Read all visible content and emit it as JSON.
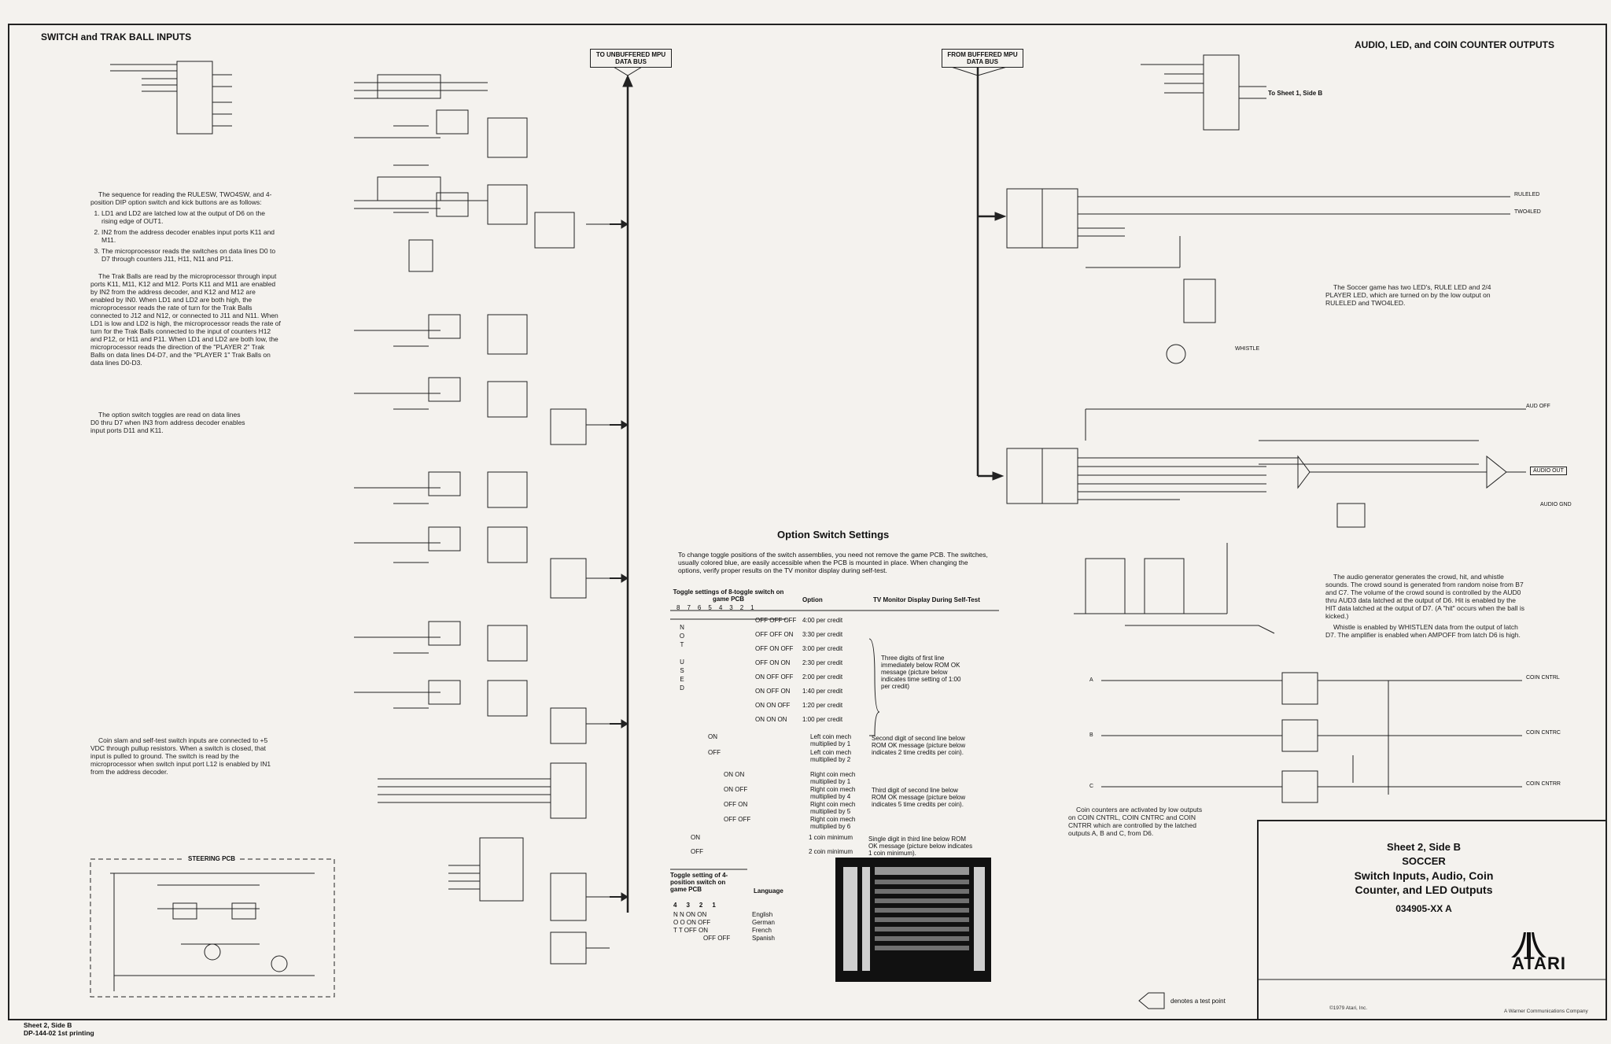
{
  "left_title": "SWITCH and TRAK BALL INPUTS",
  "right_title": "AUDIO, LED, and COIN COUNTER OUTPUTS",
  "bus_unbuffered": "TO UNBUFFERED MPU DATA BUS",
  "bus_buffered": "FROM BUFFERED MPU DATA BUS",
  "to_sheet": "To Sheet 1, Side B",
  "steering_title": "STEERING PCB",
  "text_sequence_intro": "The sequence for reading the RULESW, TWO4SW, and 4-position DIP option switch and kick buttons are as follows:",
  "text_sequence_steps": [
    "LD1 and LD2 are latched low at the output of D6 on the rising edge of OUT1.",
    "IN2 from the address decoder enables input ports K11 and M11.",
    "The microprocessor reads the switches on data lines D0 to D7 through counters J11, H11, N11 and P11."
  ],
  "text_trakball": "The Trak Balls are read by the microprocessor through input ports K11, M11, K12 and M12. Ports K11 and M11 are enabled by IN2 from the address decoder, and K12 and M12 are enabled by IN0. When LD1 and LD2 are both high, the microprocessor reads the rate of turn for the Trak Balls connected to J12 and N12, or connected to J11 and N11. When LD1 is low and LD2 is high, the microprocessor reads the rate of turn for the Trak Balls connected to the input of counters H12 and P12, or H11 and P11. When LD1 and LD2 are both low, the microprocessor reads the direction of the \"PLAYER 2\" Trak Balls on data lines D4-D7, and the \"PLAYER 1\" Trak Balls on data lines D0-D3.",
  "text_option_toggles": "The option switch toggles are read on data lines D0 thru D7 when IN3 from address decoder enables input ports D11 and K11.",
  "text_coin": "Coin slam and self-test switch inputs are connected to +5 VDC through pullup resistors. When a switch is closed, that input is pulled to ground. The switch is read by the microprocessor when switch input port L12 is enabled by IN1 from the address decoder.",
  "text_led": "The Soccer game has two LED's, RULE LED and 2/4 PLAYER LED, which are turned on by the low output on RULELED and TWO4LED.",
  "text_audio_1": "The audio generator generates the crowd, hit, and whistle sounds. The crowd sound is generated from random noise from B7 and C7. The volume of the crowd sound is controlled by the AUD0 thru AUD3 data latched at the output of D6. Hit is enabled by the HIT data latched at the output of D7. (A \"hit\" occurs when the ball is kicked.)",
  "text_audio_2": "Whistle is enabled by WHISTLEN data from the output of latch D7. The amplifier is enabled when AMPOFF from latch D6 is high.",
  "text_coin_counters": "Coin counters are activated by low outputs on COIN CNTRL, COIN CNTRC and COIN CNTRR which are controlled by the latched outputs A, B and C, from D6.",
  "option_switch": {
    "title": "Option Switch Settings",
    "intro": "To change toggle positions of the switch assemblies, you need not remove the game PCB. The switches, usually colored blue, are easily accessible when the PCB is mounted in place. When changing the options, verify proper results on the TV monitor display during self-test.",
    "head_toggle": "Toggle settings of 8-toggle switch on game PCB",
    "head_option": "Option",
    "head_display": "TV Monitor Display During Self-Test",
    "cols": [
      "8",
      "7",
      "6",
      "5",
      "4",
      "3",
      "2",
      "1"
    ],
    "not_used": [
      "N",
      "O",
      "T",
      "",
      "U",
      "S",
      "E",
      "D"
    ],
    "credit_rows": [
      {
        "sw": "OFF OFF OFF",
        "opt": "4:00 per credit"
      },
      {
        "sw": "OFF OFF ON",
        "opt": "3:30 per credit"
      },
      {
        "sw": "OFF ON OFF",
        "opt": "3:00 per credit"
      },
      {
        "sw": "OFF ON ON",
        "opt": "2:30 per credit"
      },
      {
        "sw": "ON OFF OFF",
        "opt": "2:00 per credit"
      },
      {
        "sw": "ON OFF ON",
        "opt": "1:40 per credit"
      },
      {
        "sw": "ON ON OFF",
        "opt": "1:20 per credit"
      },
      {
        "sw": "ON ON ON",
        "opt": "1:00 per credit"
      }
    ],
    "credit_desc": "Three digits of first line immediately below ROM OK message (picture below indicates time setting of 1:00 per credit)",
    "left_rows": [
      {
        "sw": "ON",
        "opt": "Left coin mech multiplied by 1"
      },
      {
        "sw": "OFF",
        "opt": "Left coin mech multiplied by 2"
      }
    ],
    "left_desc": "Second digit of second line below ROM OK message (picture below indicates 2 time credits per coin).",
    "right_rows": [
      {
        "sw": "ON ON",
        "opt": "Right coin mech multiplied by 1"
      },
      {
        "sw": "ON OFF",
        "opt": "Right coin mech multiplied by 4"
      },
      {
        "sw": "OFF ON",
        "opt": "Right coin mech multiplied by 5"
      },
      {
        "sw": "OFF OFF",
        "opt": "Right coin mech multiplied by 6"
      }
    ],
    "right_desc": "Third digit of second line below ROM OK message (picture below indicates 5 time credits per coin).",
    "min_rows": [
      {
        "sw": "ON",
        "opt": "1 coin minimum"
      },
      {
        "sw": "OFF",
        "opt": "2 coin minimum"
      }
    ],
    "min_desc": "Single digit in third line below ROM OK message (picture below indicates 1 coin minimum).",
    "lang_head": "Toggle setting of 4-position switch on game PCB",
    "lang_col": "Language",
    "lang_cols": [
      "4",
      "3",
      "2",
      "1"
    ],
    "lang_rows": [
      {
        "sw": "N N ON ON",
        "lang": "English"
      },
      {
        "sw": "O O ON OFF",
        "lang": "German"
      },
      {
        "sw": "T T OFF ON",
        "lang": "French"
      },
      {
        "sw": "OFF OFF",
        "lang": "Spanish"
      }
    ]
  },
  "test_point_legend": "denotes a test point",
  "title_block": {
    "sheet": "Sheet 2, Side B",
    "game": "SOCCER",
    "subtitle": "Switch Inputs, Audio, Coin Counter, and LED Outputs",
    "part": "034905-XX   A",
    "copyright": "©1979 Atari, Inc.",
    "brand": "ATARI",
    "warner": "A Warner Communications Company"
  },
  "footer": {
    "line1": "Sheet 2, Side B",
    "line2": "DP-144-02 1st printing"
  },
  "labels": {
    "audio_out": "AUDIO OUT",
    "audio_gnd": "AUDIO GND",
    "coin_cntrl": "COIN CNTRL",
    "coin_cntrc": "COIN CNTRC",
    "coin_cntrr": "COIN CNTRR",
    "ruleled": "RULELED",
    "two4led": "TWO4LED",
    "aud_off": "AUD OFF",
    "whistle": "WHISTLE",
    "a": "A",
    "b": "B",
    "c": "C"
  }
}
